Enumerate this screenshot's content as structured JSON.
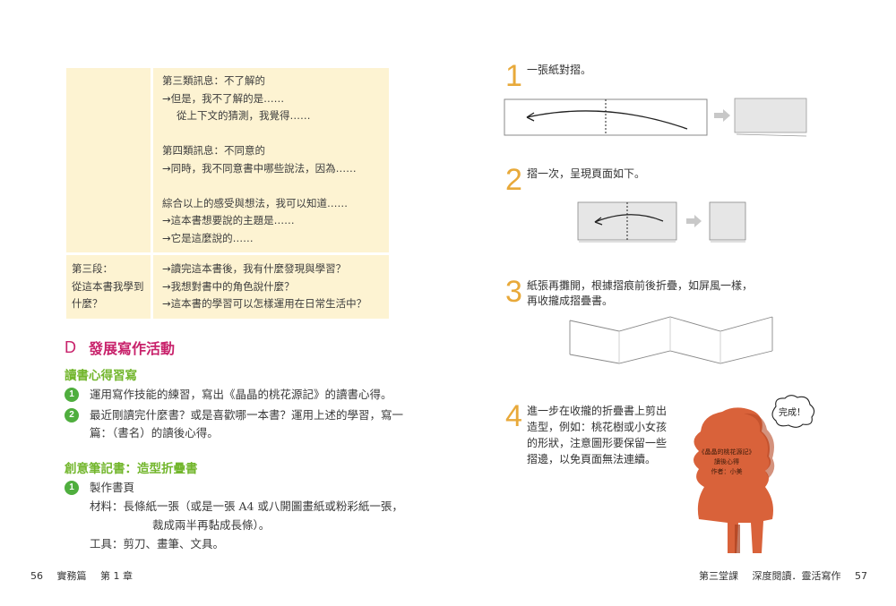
{
  "left_page": {
    "table": {
      "rows": [
        {
          "label_lines": [],
          "content_lines": [
            {
              "text": "第三類訊息：不了解的",
              "indent": false
            },
            {
              "text": "→但是，我不了解的是……",
              "indent": false
            },
            {
              "text": "從上下文的猜測，我覺得……",
              "indent": true
            },
            {
              "text": "",
              "indent": false
            },
            {
              "text": "第四類訊息：不同意的",
              "indent": false
            },
            {
              "text": "→同時，我不同意書中哪些說法，因為……",
              "indent": false
            },
            {
              "text": "",
              "indent": false
            },
            {
              "text": "綜合以上的感受與想法，我可以知道……",
              "indent": false
            },
            {
              "text": "→這本書想要說的主題是……",
              "indent": false
            },
            {
              "text": "→它是這麼說的……",
              "indent": false
            }
          ]
        },
        {
          "label_lines": [
            "第三段：",
            "從這本書我學到",
            "什麼？"
          ],
          "content_lines": [
            {
              "text": "→讀完這本書後，我有什麼發現與學習？",
              "indent": false
            },
            {
              "text": "→我想對書中的角色說什麼？",
              "indent": false
            },
            {
              "text": "→這本書的學習可以怎樣運用在日常生活中？",
              "indent": false
            }
          ]
        }
      ]
    },
    "section_d": {
      "letter": "D",
      "title": "發展寫作活動",
      "sub1": {
        "title": "讀書心得習寫",
        "items": [
          {
            "num": "1",
            "lines": [
              "運用寫作技能的練習，寫出《晶晶的桃花源記》的讀書心得。"
            ]
          },
          {
            "num": "2",
            "lines": [
              "最近剛讀完什麼書？或是喜歡哪一本書？運用上述的學習，寫一",
              "篇：（書名）的讀後心得。"
            ]
          }
        ]
      },
      "sub2": {
        "title": "創意筆記書：造型折疊書",
        "items": [
          {
            "num": "1",
            "lines": [
              "製作書頁"
            ]
          }
        ],
        "materials_line1": "材料：長條紙一張（或是一張 A4 或八開圖畫紙或粉彩紙一張，",
        "materials_line2": "裁成兩半再黏成長條）。",
        "tools": "工具：剪刀、畫筆、文具。"
      }
    },
    "footer": {
      "page_number": "56",
      "book_part": "實務篇",
      "chapter": "第 1 章"
    }
  },
  "right_page": {
    "steps": [
      {
        "num": "1",
        "lines": [
          "一張紙對摺。"
        ]
      },
      {
        "num": "2",
        "lines": [
          "摺一次，呈現頁面如下。"
        ]
      },
      {
        "num": "3",
        "lines": [
          "紙張再攤開，根據摺痕前後折疊，如屏風一樣，",
          "再收攏成摺疊書。"
        ]
      },
      {
        "num": "4",
        "lines": [
          "進一步在收攏的折疊書上剪出",
          "造型，例如：桃花樹或小女孩",
          "的形狀，注意圖形要保留一些",
          "摺邊，以免頁面無法連續。"
        ]
      }
    ],
    "figure": {
      "label_lines": [
        "《晶晶的桃花源記》",
        "讀後心得",
        "作者：小美"
      ],
      "bubble_text": "完成！",
      "color": "#d9623a"
    },
    "footer": {
      "lesson": "第三堂課",
      "lesson_title": "深度閱讀．靈活寫作",
      "page_number": "57"
    }
  },
  "colors": {
    "table_bg": "#fdf3d2",
    "section_title": "#c8226b",
    "subtitle_green": "#72b62c",
    "number_badge": "#4fae3e",
    "step_number": "#e8a93a",
    "figure_orange": "#d9623a"
  }
}
